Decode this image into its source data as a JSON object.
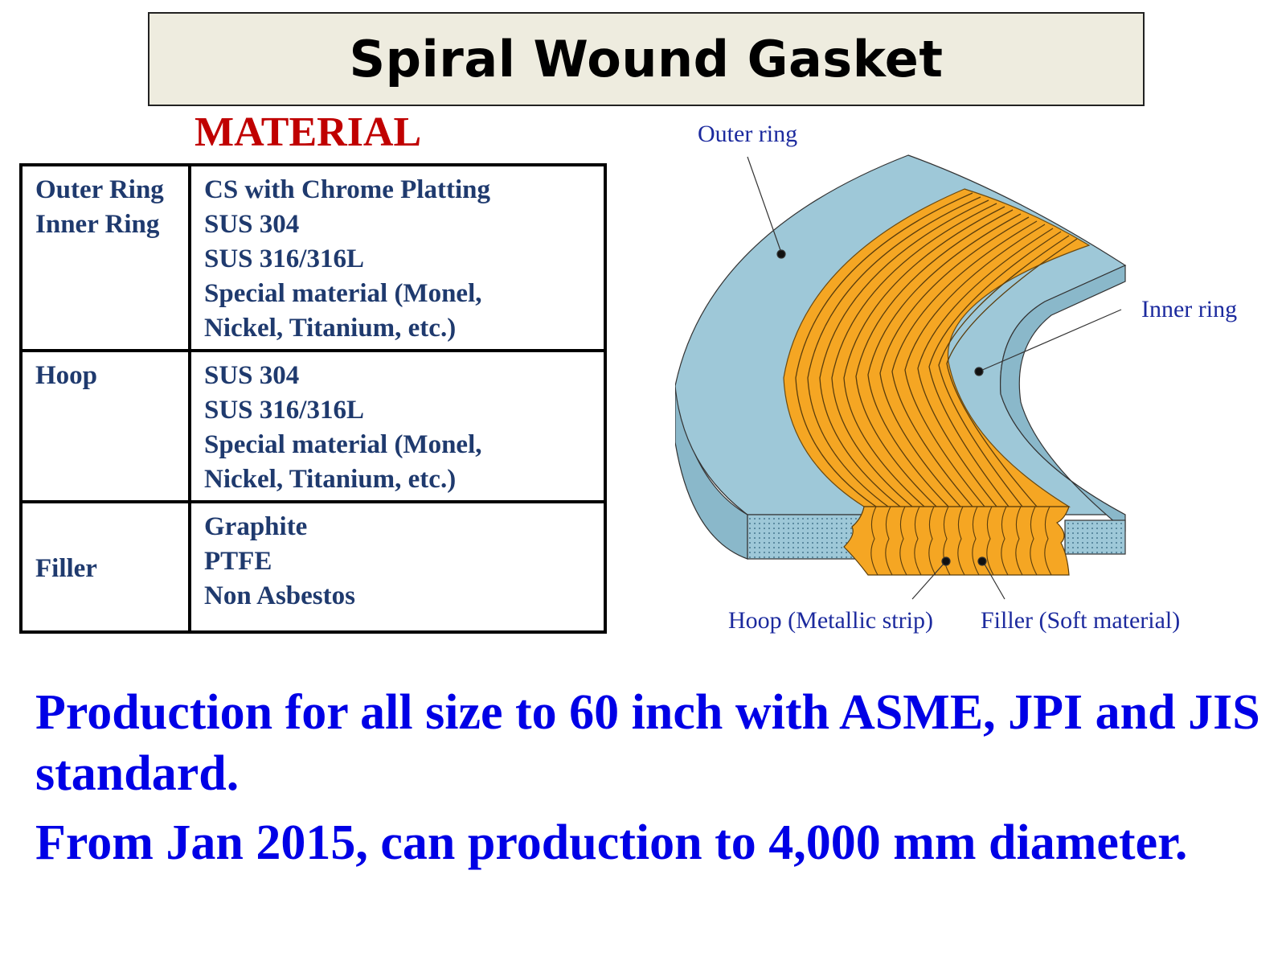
{
  "title": "Spiral Wound Gasket",
  "material_heading": "MATERIAL",
  "table": {
    "rows": [
      {
        "component": [
          "Outer Ring",
          "Inner Ring"
        ],
        "materials": [
          "CS with Chrome Platting",
          "SUS 304",
          "SUS 316/316L",
          "Special material (Monel,",
          "Nickel, Titanium, etc.)"
        ]
      },
      {
        "component": [
          "Hoop"
        ],
        "materials": [
          "SUS 304",
          "SUS 316/316L",
          "Special material (Monel,",
          "Nickel, Titanium, etc.)"
        ]
      },
      {
        "component": [
          "Filler"
        ],
        "materials": [
          "Graphite",
          "PTFE",
          "Non Asbestos"
        ]
      }
    ]
  },
  "diagram": {
    "labels": {
      "outer_ring": "Outer ring",
      "inner_ring": "Inner ring",
      "hoop": "Hoop (Metallic strip)",
      "filler": "Filler (Soft material)"
    },
    "colors": {
      "ring": "#9ec8d8",
      "spiral": "#f5a623",
      "label": "#1c2a9e"
    }
  },
  "bottom_text": {
    "line1": "Production for all size to 60 inch with ASME, JPI and JIS standard.",
    "line2": "From Jan 2015, can production to 4,000 mm diameter."
  }
}
